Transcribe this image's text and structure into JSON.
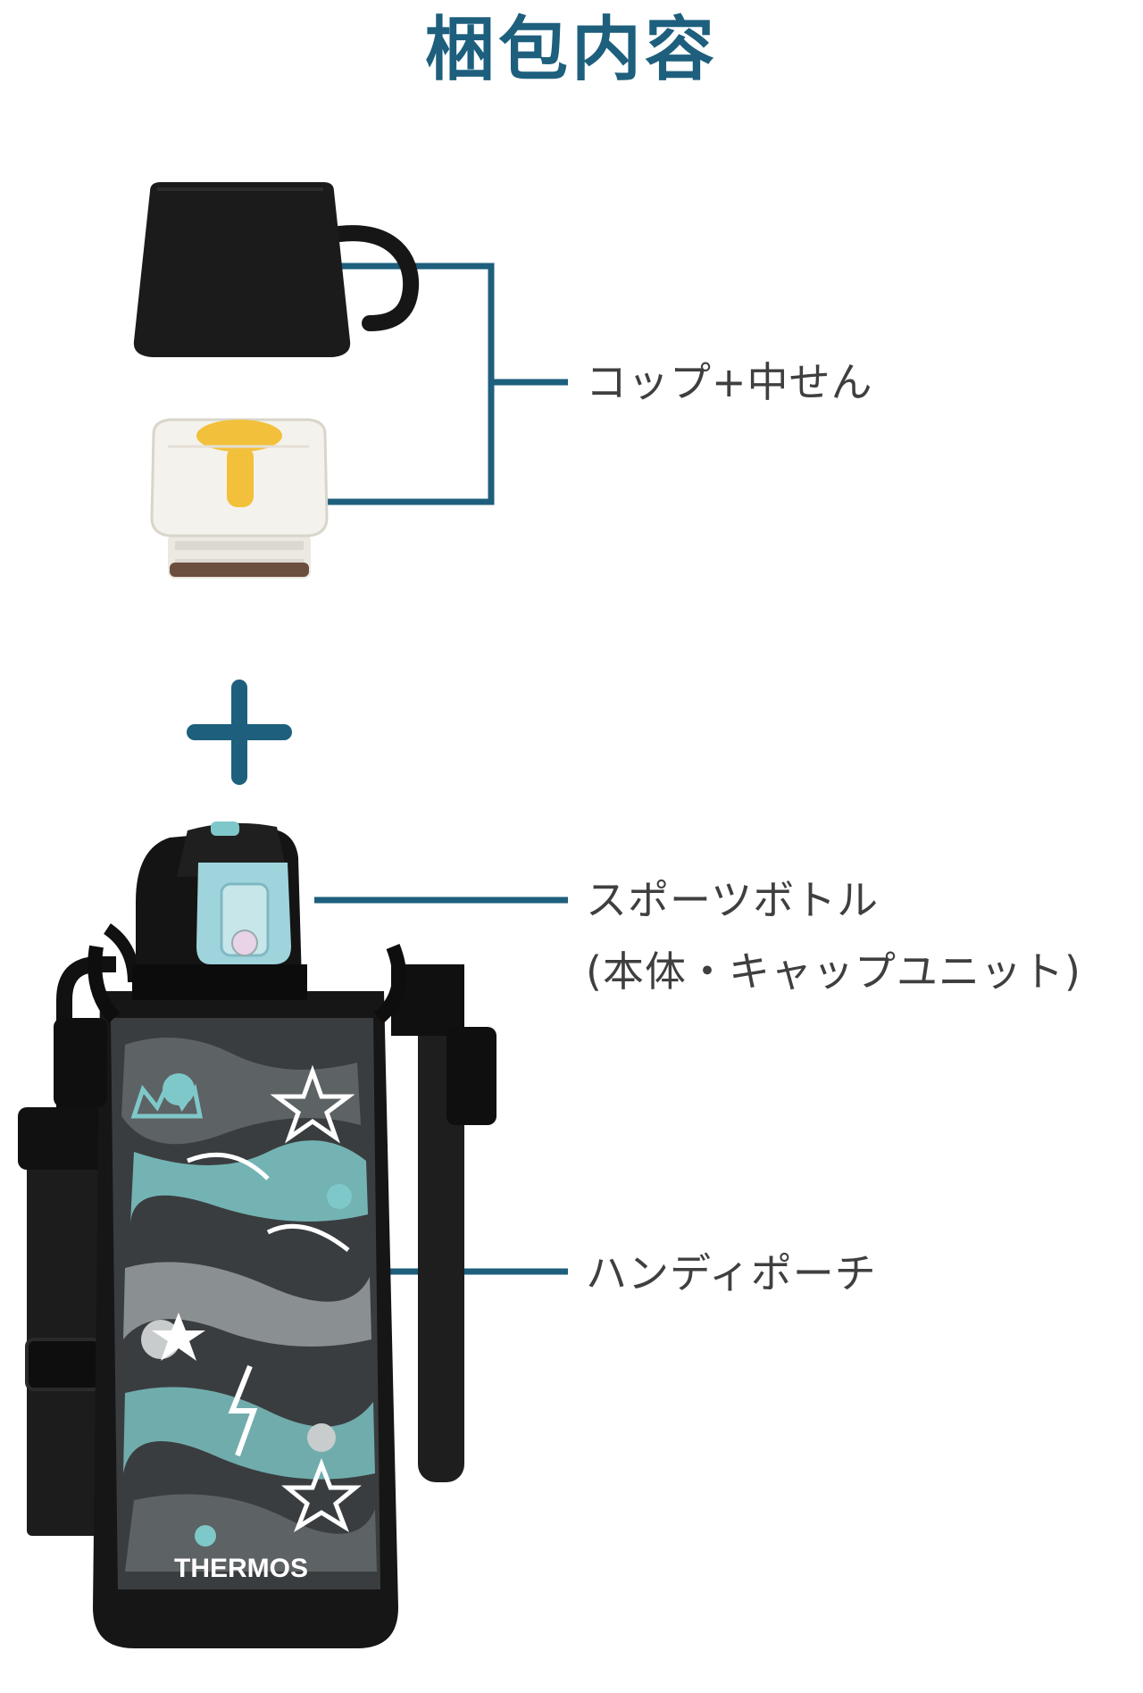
{
  "title": "梱包内容",
  "items": {
    "cup": "コップ+中せん",
    "bottle_line1": "スポーツボトル",
    "bottle_line2": "(本体・キャップユニット)",
    "pouch": "ハンディポーチ"
  },
  "pouch_brand": "THERMOS",
  "colors": {
    "accent": "#1d5f7d",
    "text": "#3f3f3f",
    "bottle_black": "#1a1a1a",
    "print_teal": "#7fc8c9",
    "valve_yellow": "#f2c03a"
  }
}
